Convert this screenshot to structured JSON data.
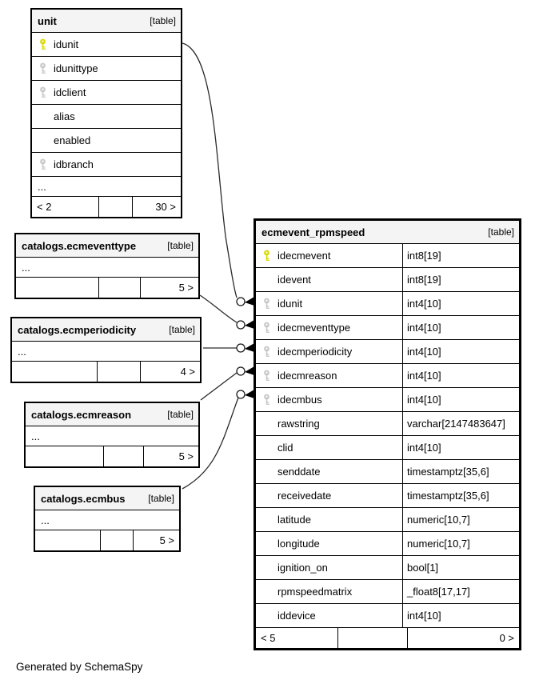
{
  "page": {
    "footer_text": "Generated by SchemaSpy",
    "background": "#ffffff"
  },
  "colors": {
    "primary_key_icon": "#d9d900",
    "foreign_key_icon": "#c9c9c9",
    "header_bg": "#f4f4f4",
    "table_border": "#000000",
    "connector": "#2b2b2b",
    "row_bg": "#ffffff"
  },
  "tables": [
    {
      "id": "unit",
      "name": "unit",
      "tag": "[table]",
      "columns": [
        {
          "name": "idunit",
          "key": "primary"
        },
        {
          "name": "idunittype",
          "key": "foreign"
        },
        {
          "name": "idclient",
          "key": "foreign"
        },
        {
          "name": "alias"
        },
        {
          "name": "enabled"
        },
        {
          "name": "idbranch",
          "key": "foreign"
        },
        {
          "name": "..."
        }
      ],
      "footer": [
        "< 2",
        "",
        "30 >"
      ]
    },
    {
      "id": "ecmeventtype",
      "name": "catalogs.ecmeventtype",
      "tag": "[table]",
      "columns": [
        {
          "name": "..."
        }
      ],
      "footer": [
        "",
        "",
        "5 >"
      ]
    },
    {
      "id": "ecmperiodicity",
      "name": "catalogs.ecmperiodicity",
      "tag": "[table]",
      "columns": [
        {
          "name": "..."
        }
      ],
      "footer": [
        "",
        "",
        "4 >"
      ]
    },
    {
      "id": "ecmreason",
      "name": "catalogs.ecmreason",
      "tag": "[table]",
      "columns": [
        {
          "name": "..."
        }
      ],
      "footer": [
        "",
        "",
        "5 >"
      ]
    },
    {
      "id": "ecmbus",
      "name": "catalogs.ecmbus",
      "tag": "[table]",
      "columns": [
        {
          "name": "..."
        }
      ],
      "footer": [
        "",
        "",
        "5 >"
      ]
    },
    {
      "id": "ecmevent_rpmspeed",
      "name": "ecmevent_rpmspeed",
      "tag": "[table]",
      "columns": [
        {
          "name": "idecmevent",
          "type": "int8[19]",
          "key": "primary"
        },
        {
          "name": "idevent",
          "type": "int8[19]"
        },
        {
          "name": "idunit",
          "type": "int4[10]",
          "key": "foreign"
        },
        {
          "name": "idecmeventtype",
          "type": "int4[10]",
          "key": "foreign"
        },
        {
          "name": "idecmperiodicity",
          "type": "int4[10]",
          "key": "foreign"
        },
        {
          "name": "idecmreason",
          "type": "int4[10]",
          "key": "foreign"
        },
        {
          "name": "idecmbus",
          "type": "int4[10]",
          "key": "foreign"
        },
        {
          "name": "rawstring",
          "type": "varchar[2147483647]"
        },
        {
          "name": "clid",
          "type": "int4[10]"
        },
        {
          "name": "senddate",
          "type": "timestamptz[35,6]"
        },
        {
          "name": "receivedate",
          "type": "timestamptz[35,6]"
        },
        {
          "name": "latitude",
          "type": "numeric[10,7]"
        },
        {
          "name": "longitude",
          "type": "numeric[10,7]"
        },
        {
          "name": "ignition_on",
          "type": "bool[1]"
        },
        {
          "name": "rpmspeedmatrix",
          "type": "_float8[17,17]"
        },
        {
          "name": "iddevice",
          "type": "int4[10]"
        }
      ],
      "footer": [
        "< 5",
        "",
        "0 >"
      ]
    }
  ],
  "relationships": [
    {
      "from": "unit.idunit",
      "to": "ecmevent_rpmspeed.idunit"
    },
    {
      "from": "catalogs.ecmeventtype",
      "to": "ecmevent_rpmspeed.idecmeventtype"
    },
    {
      "from": "catalogs.ecmperiodicity",
      "to": "ecmevent_rpmspeed.idecmperiodicity"
    },
    {
      "from": "catalogs.ecmreason",
      "to": "ecmevent_rpmspeed.idecmreason"
    },
    {
      "from": "catalogs.ecmbus",
      "to": "ecmevent_rpmspeed.idecmbus"
    }
  ]
}
